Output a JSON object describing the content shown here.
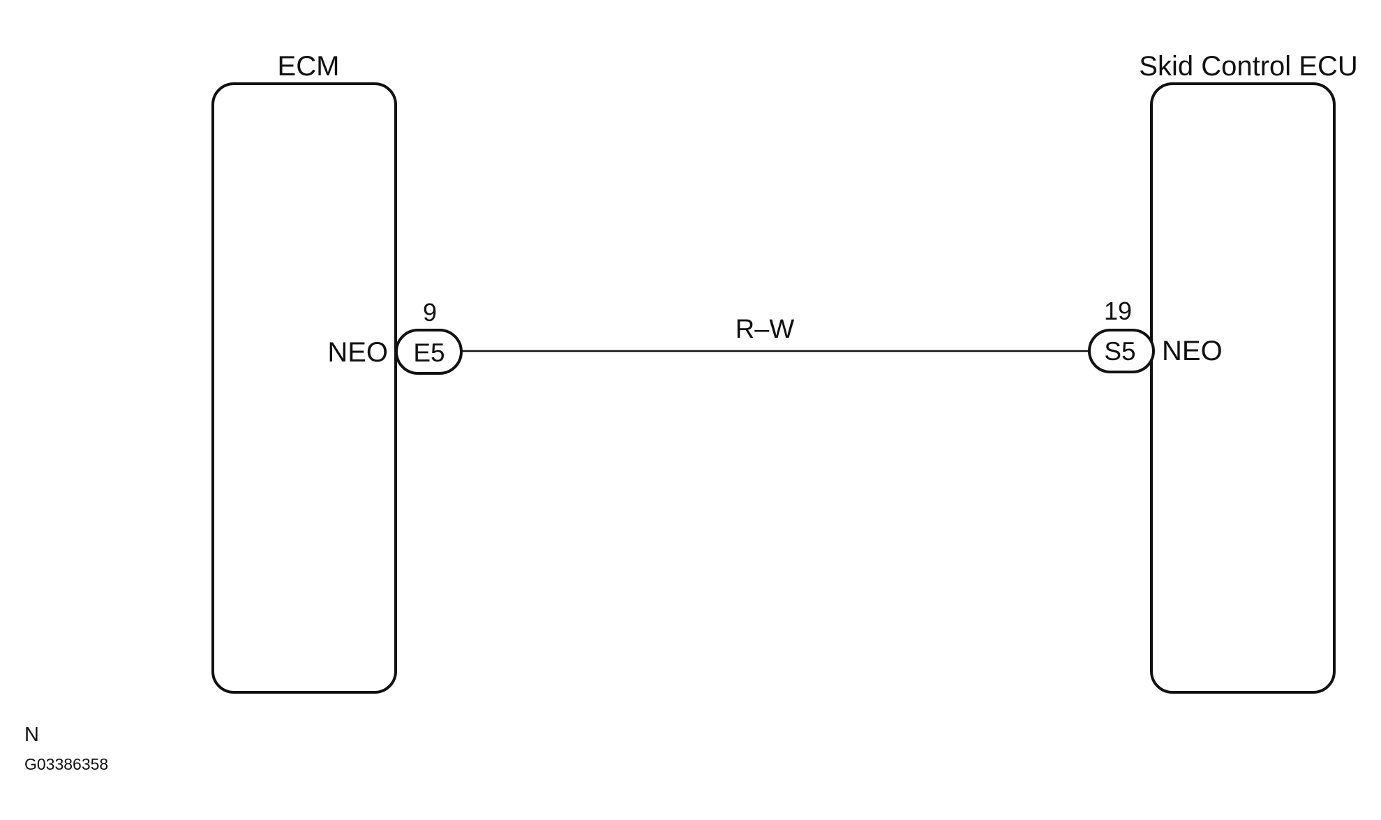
{
  "components": {
    "left": {
      "title": "ECM",
      "signal": "NEO",
      "pin": "9",
      "connector": "E5"
    },
    "right": {
      "title": "Skid Control ECU",
      "signal": "NEO",
      "pin": "19",
      "connector": "S5"
    }
  },
  "wire": {
    "color_code": "R–W"
  },
  "footer": {
    "marker": "N",
    "figure_id": "G03386358"
  }
}
